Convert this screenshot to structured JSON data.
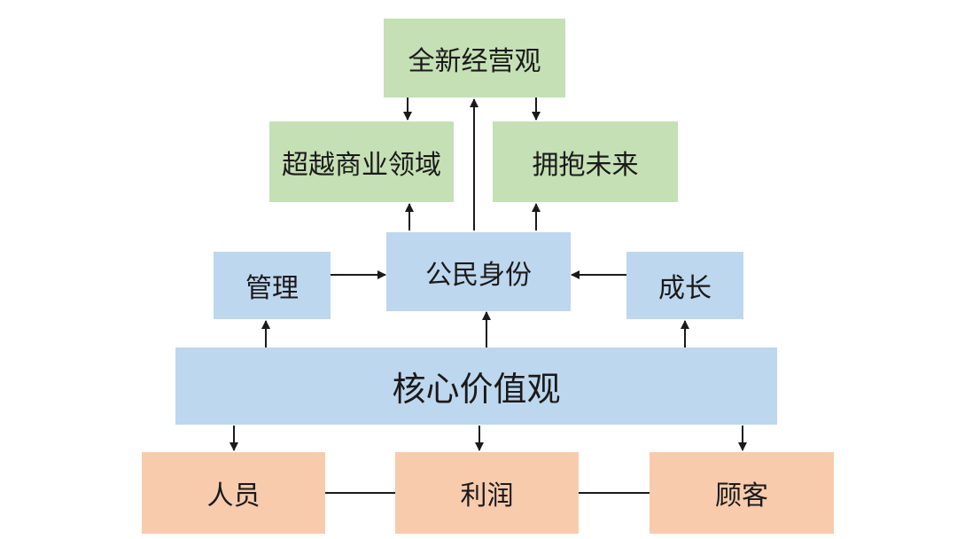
{
  "nodes": {
    "vision": "全新经营观",
    "beyond_business": "超越商业领域",
    "embrace_future": "拥抱未来",
    "management": "管理",
    "citizen_identity": "公民身份",
    "growth": "成长",
    "core_values": "核心价值观",
    "people": "人员",
    "profit": "利润",
    "customers": "顾客"
  },
  "colors": {
    "top_level": "#c5e0b4",
    "mid_level": "#bdd7ee",
    "bottom_level": "#f8cbad",
    "arrows": "#1a1a1a"
  }
}
